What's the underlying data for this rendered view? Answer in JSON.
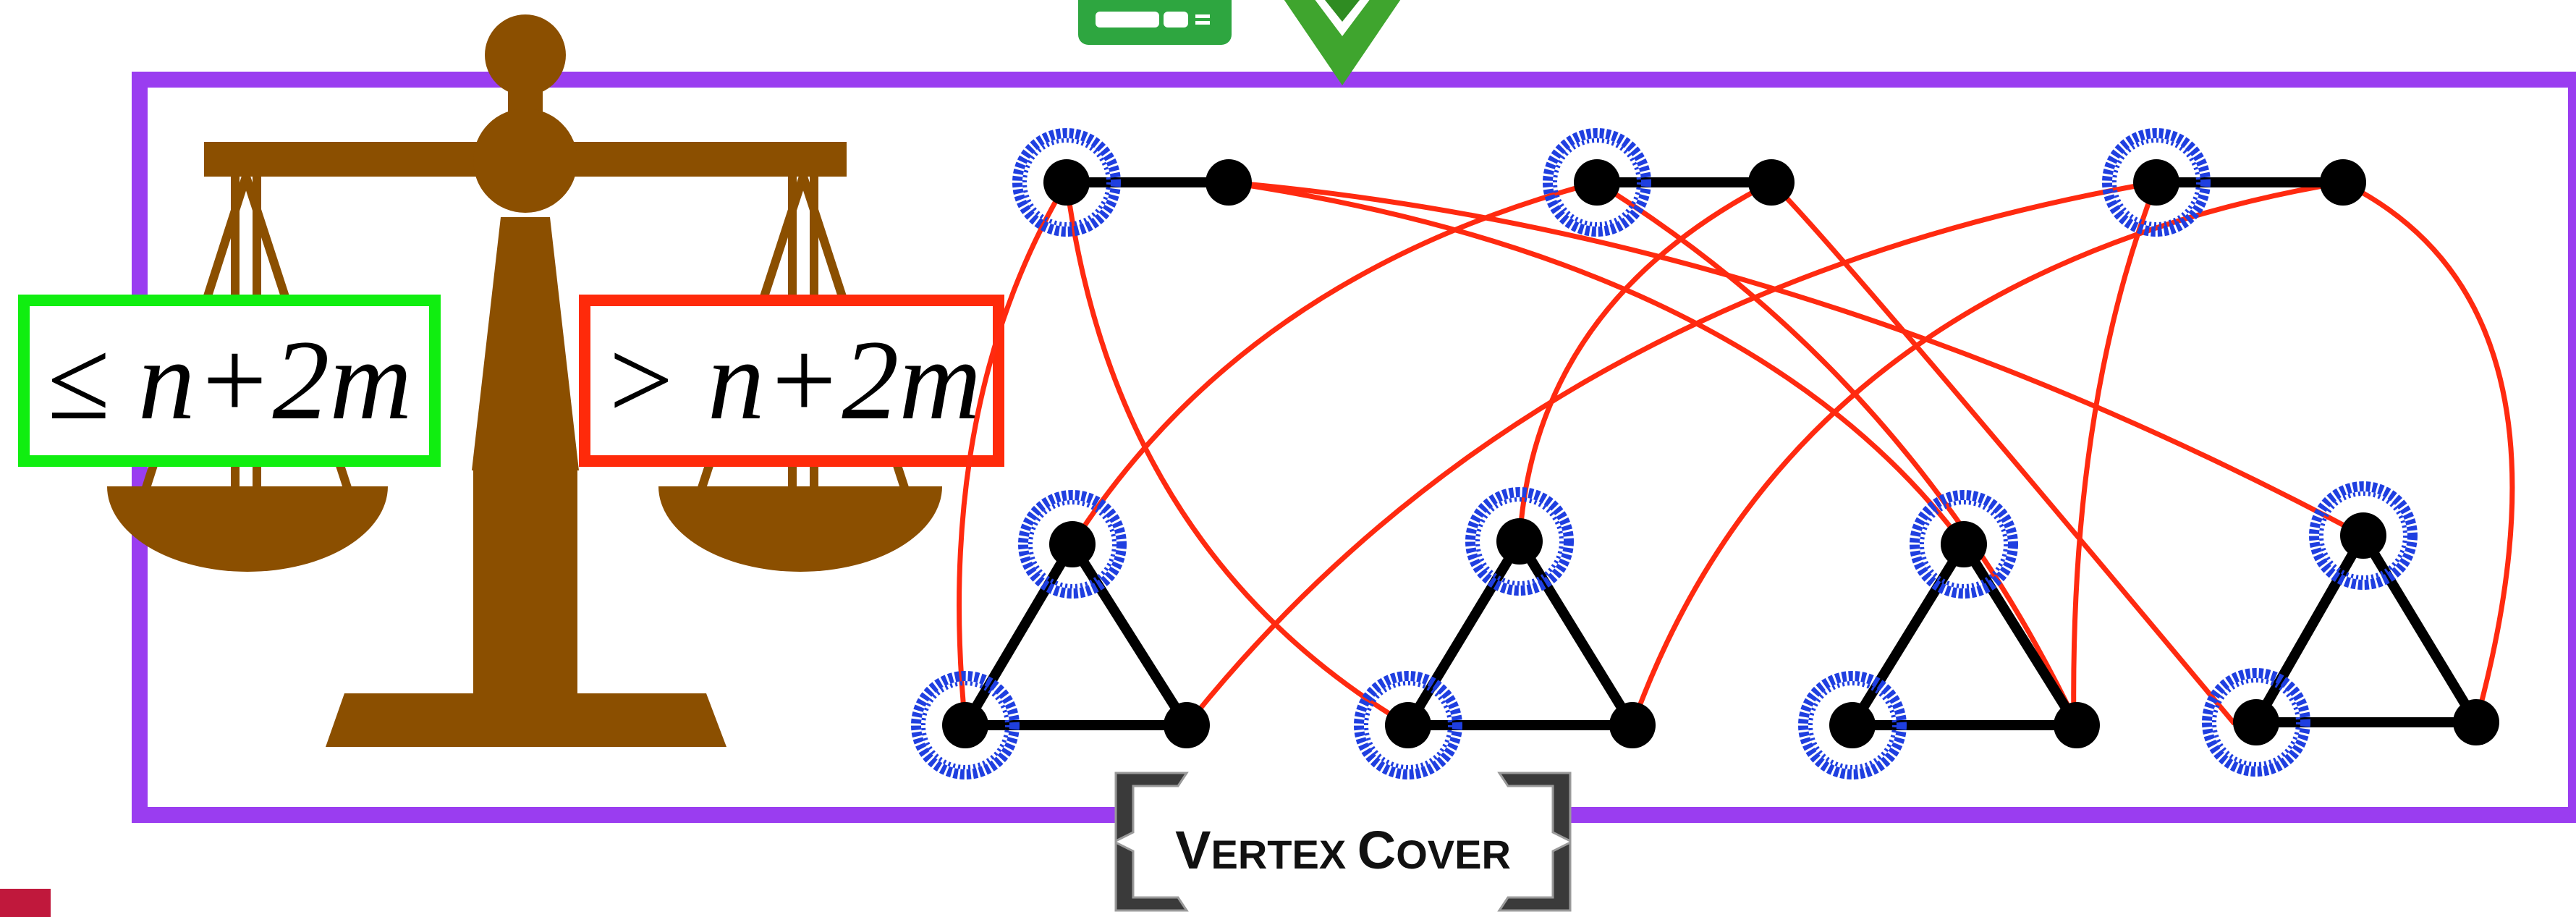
{
  "labels": {
    "left_pan": "≤ n+2m",
    "right_pan": "> n+2m",
    "badge_first": "V",
    "badge_rest1": "ERTEX ",
    "badge_second": "C",
    "badge_rest2": "OVER"
  },
  "colors": {
    "frame": "#9a3df0",
    "scale": "#8b4f00",
    "green_box": "#10ee10",
    "red_box": "#ff2a0a",
    "edge_red": "#ff2a10",
    "edge_black": "#000000",
    "cover_ring": "#1f3fe0",
    "down_arrow": "#3fa52e",
    "top_device": "#2ea640",
    "corner_mark": "#c0183c",
    "badge_bracket": "#3a3a3a"
  },
  "icons": {
    "scale": "balance-scale-icon",
    "arrow": "down-arrow-icon",
    "device": "card-device-icon"
  }
}
